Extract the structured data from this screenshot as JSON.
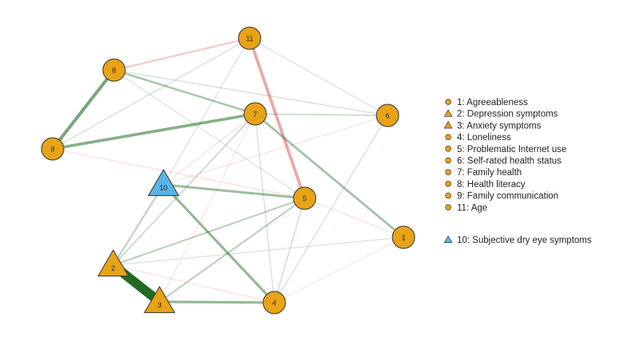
{
  "colors": {
    "orange": "#E8A317",
    "blue": "#5BB4E5",
    "outline": "#333333",
    "positive_edge": "#1F6B24",
    "negative_edge": "#E06666"
  },
  "nodes": [
    {
      "id": "1",
      "label": "1",
      "shape": "circle"
    },
    {
      "id": "2",
      "label": "2",
      "shape": "triangle"
    },
    {
      "id": "3",
      "label": "3",
      "shape": "triangle"
    },
    {
      "id": "4",
      "label": "4",
      "shape": "circle"
    },
    {
      "id": "5",
      "label": "5",
      "shape": "circle"
    },
    {
      "id": "6",
      "label": "6",
      "shape": "circle"
    },
    {
      "id": "7",
      "label": "7",
      "shape": "circle"
    },
    {
      "id": "8",
      "label": "8",
      "shape": "circle"
    },
    {
      "id": "9",
      "label": "9",
      "shape": "circle"
    },
    {
      "id": "10",
      "label": "10",
      "shape": "triangle"
    },
    {
      "id": "11",
      "label": "11",
      "shape": "circle"
    }
  ],
  "edges": [
    {
      "from": "2",
      "to": "3",
      "sign": "positive",
      "weight": 1.0
    },
    {
      "from": "8",
      "to": "9",
      "sign": "positive",
      "weight": 0.3
    },
    {
      "from": "9",
      "to": "7",
      "sign": "positive",
      "weight": 0.26
    },
    {
      "from": "11",
      "to": "5",
      "sign": "negative",
      "weight": 0.28
    },
    {
      "from": "8",
      "to": "11",
      "sign": "negative",
      "weight": 0.14
    },
    {
      "from": "3",
      "to": "4",
      "sign": "positive",
      "weight": 0.22
    },
    {
      "from": "10",
      "to": "4",
      "sign": "positive",
      "weight": 0.22
    },
    {
      "from": "10",
      "to": "5",
      "sign": "positive",
      "weight": 0.2
    },
    {
      "from": "8",
      "to": "7",
      "sign": "positive",
      "weight": 0.16
    },
    {
      "from": "7",
      "to": "1",
      "sign": "positive",
      "weight": 0.18
    },
    {
      "from": "2",
      "to": "10",
      "sign": "positive",
      "weight": 0.12
    },
    {
      "from": "2",
      "to": "5",
      "sign": "positive",
      "weight": 0.12
    },
    {
      "from": "3",
      "to": "5",
      "sign": "positive",
      "weight": 0.12
    },
    {
      "from": "2",
      "to": "7",
      "sign": "positive",
      "weight": 0.08
    },
    {
      "from": "7",
      "to": "6",
      "sign": "positive",
      "weight": 0.08
    },
    {
      "from": "9",
      "to": "5",
      "sign": "negative",
      "weight": 0.05
    },
    {
      "from": "10",
      "to": "6",
      "sign": "negative",
      "weight": 0.05
    },
    {
      "from": "8",
      "to": "6",
      "sign": "positive",
      "weight": 0.05
    },
    {
      "from": "11",
      "to": "6",
      "sign": "positive",
      "weight": 0.04
    },
    {
      "from": "9",
      "to": "11",
      "sign": "positive",
      "weight": 0.05
    },
    {
      "from": "5",
      "to": "1",
      "sign": "negative",
      "weight": 0.05
    },
    {
      "from": "4",
      "to": "6",
      "sign": "positive",
      "weight": 0.05
    },
    {
      "from": "4",
      "to": "7",
      "sign": "positive",
      "weight": 0.05
    },
    {
      "from": "2",
      "to": "4",
      "sign": "negative",
      "weight": 0.05
    },
    {
      "from": "10",
      "to": "7",
      "sign": "negative",
      "weight": 0.05
    },
    {
      "from": "2",
      "to": "1",
      "sign": "positive",
      "weight": 0.04
    },
    {
      "from": "3",
      "to": "7",
      "sign": "negative",
      "weight": 0.04
    },
    {
      "from": "4",
      "to": "1",
      "sign": "negative",
      "weight": 0.04
    },
    {
      "from": "8",
      "to": "5",
      "sign": "positive",
      "weight": 0.04
    },
    {
      "from": "10",
      "to": "11",
      "sign": "positive",
      "weight": 0.04
    },
    {
      "from": "4",
      "to": "5",
      "sign": "positive",
      "weight": 0.06
    }
  ],
  "legend": {
    "items": [
      {
        "shape": "circle",
        "color": "orange",
        "text": "1: Agreeableness"
      },
      {
        "shape": "triangle",
        "color": "orange",
        "text": "2: Depression symptoms"
      },
      {
        "shape": "triangle",
        "color": "orange",
        "text": "3: Anxiety symptoms"
      },
      {
        "shape": "circle",
        "color": "orange",
        "text": "4: Loneliness"
      },
      {
        "shape": "circle",
        "color": "orange",
        "text": "5: Problematic Internet use"
      },
      {
        "shape": "circle",
        "color": "orange",
        "text": "6: Self-rated health status"
      },
      {
        "shape": "circle",
        "color": "orange",
        "text": "7: Family health"
      },
      {
        "shape": "circle",
        "color": "orange",
        "text": "8: Health literacy"
      },
      {
        "shape": "circle",
        "color": "orange",
        "text": "9: Family communication"
      },
      {
        "shape": "circle",
        "color": "orange",
        "text": "11: Age"
      }
    ],
    "extra": {
      "shape": "triangle",
      "color": "blue",
      "text": "10: Subjective dry eye symptoms"
    }
  }
}
